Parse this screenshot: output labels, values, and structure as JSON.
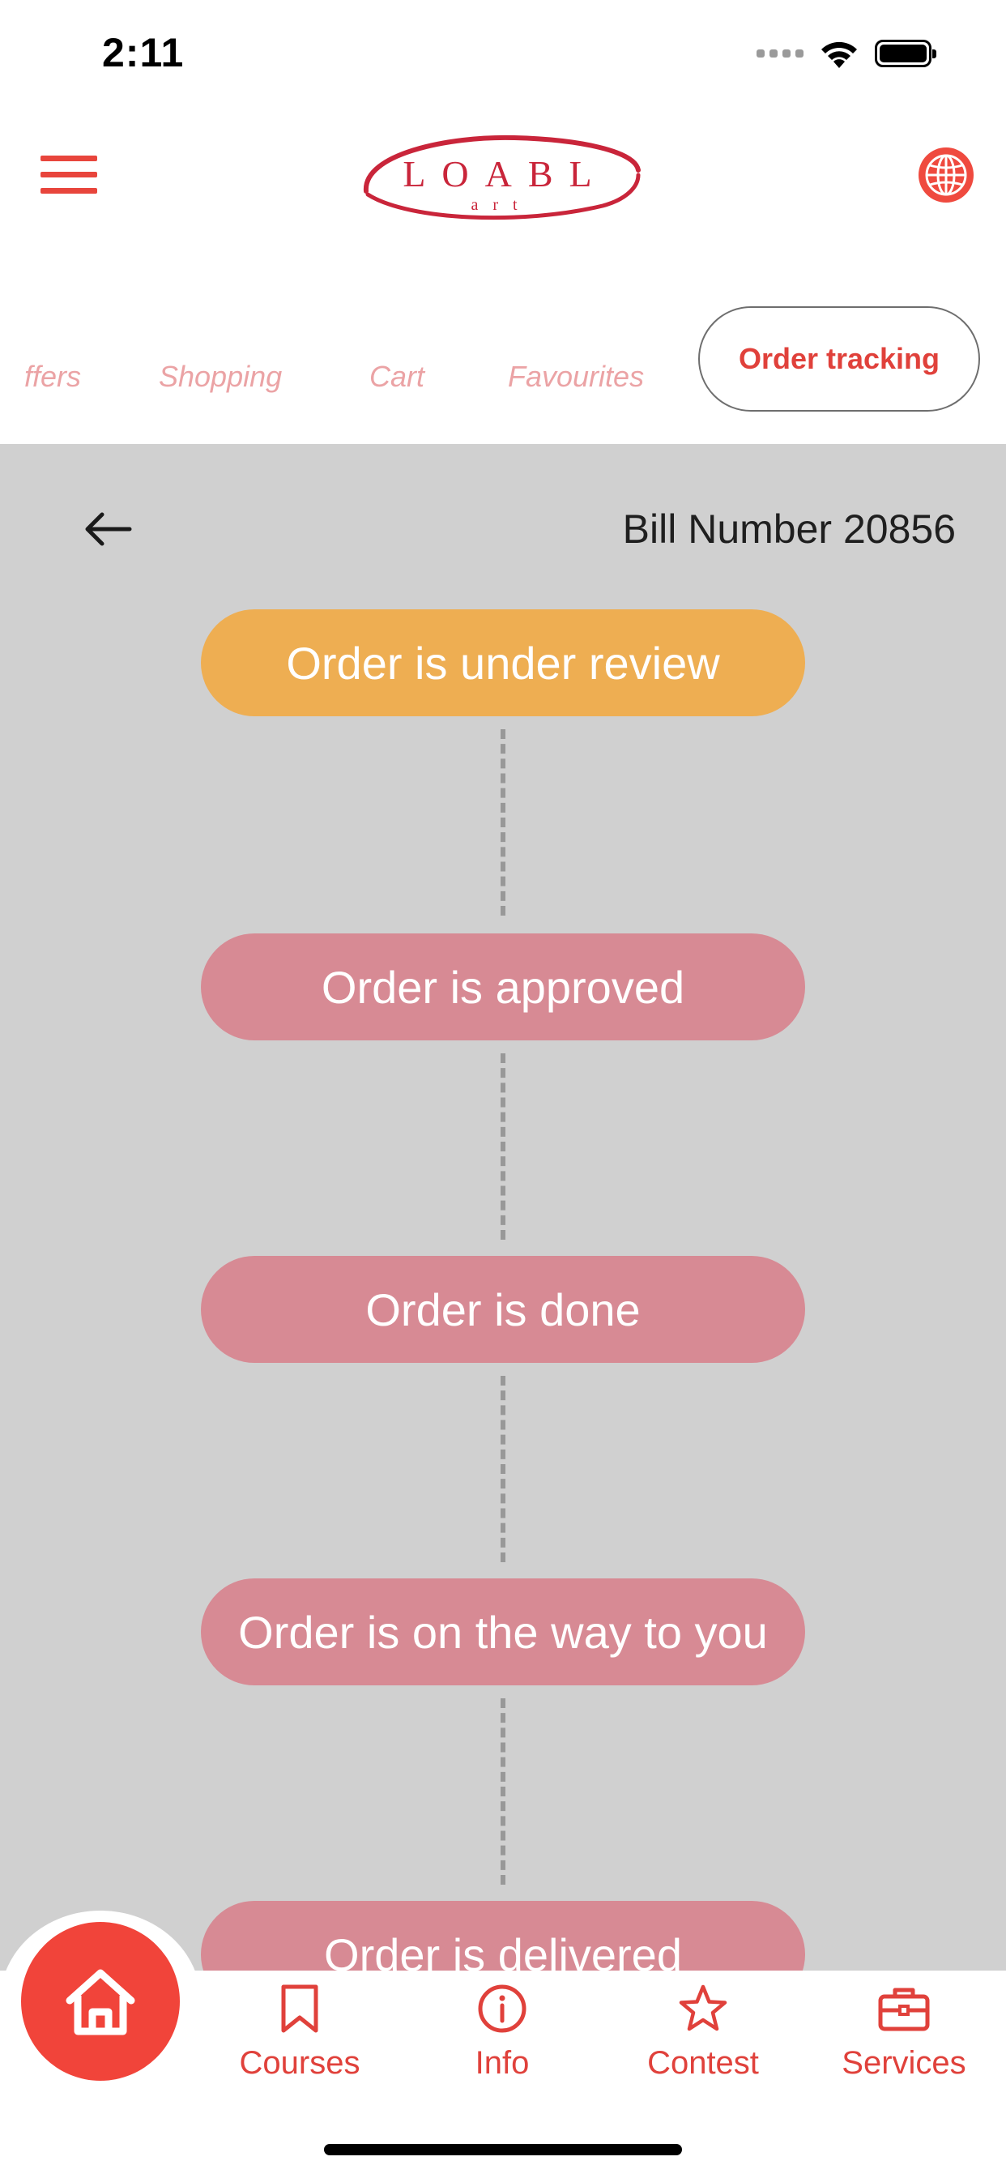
{
  "status_bar": {
    "time": "2:11"
  },
  "header": {
    "logo_text": "LOABL",
    "logo_subtext": "art"
  },
  "tabs": [
    {
      "label": "ffers"
    },
    {
      "label": "Shopping"
    },
    {
      "label": "Cart"
    },
    {
      "label": "Favourites"
    },
    {
      "label": "Order tracking",
      "active": true
    }
  ],
  "order": {
    "bill_label": "Bill Number 20856",
    "steps": [
      {
        "label": "Order is under review",
        "status": "current"
      },
      {
        "label": "Order is approved",
        "status": "pending"
      },
      {
        "label": "Order is done",
        "status": "pending"
      },
      {
        "label": "Order is on the way to you",
        "status": "pending"
      },
      {
        "label": "Order is delivered",
        "status": "pending"
      }
    ]
  },
  "bottom_nav": {
    "items": [
      {
        "label": "Courses",
        "icon": "bookmark-icon"
      },
      {
        "label": "Info",
        "icon": "info-icon"
      },
      {
        "label": "Contest",
        "icon": "star-icon"
      },
      {
        "label": "Services",
        "icon": "toolbox-icon"
      }
    ]
  },
  "colors": {
    "accent": "#e0413b",
    "step_current": "#eeae52",
    "step_pending": "#d78a94",
    "content_bg": "#d0d0d0"
  }
}
